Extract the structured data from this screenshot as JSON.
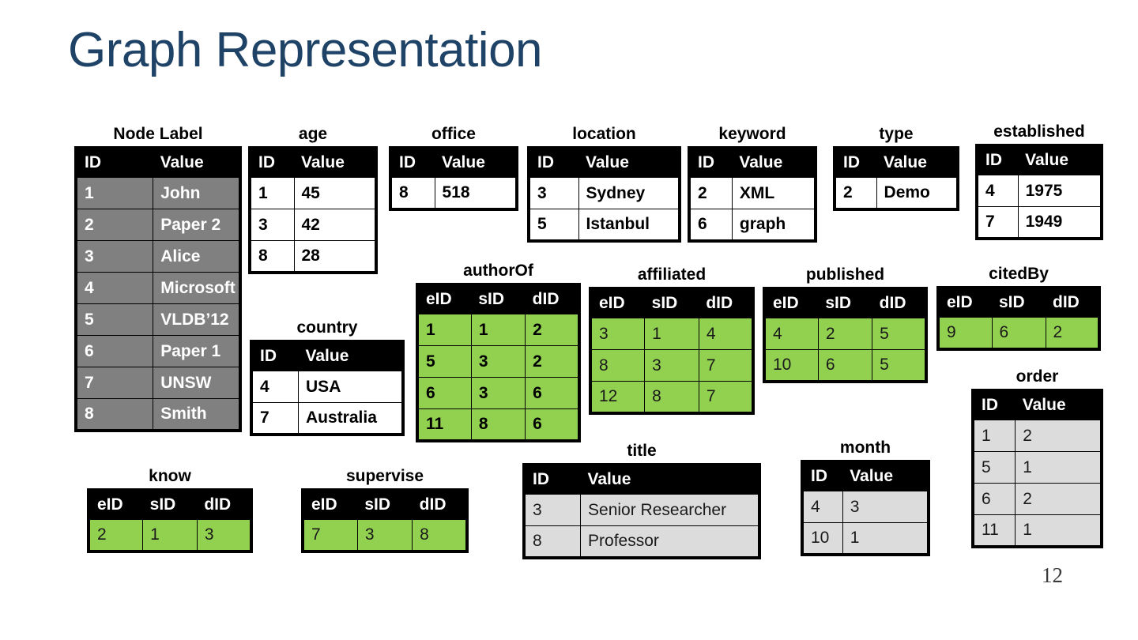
{
  "slide": {
    "title": "Graph Representation",
    "page_number": "12",
    "title_color": "#1F4367",
    "colors": {
      "header_bg": "#000000",
      "node_cell_bg": "#808080",
      "edge_cell_bg": "#92D050",
      "prop_cell_bg": "#DCDCDC",
      "plain_cell_bg": "#FFFFFF"
    }
  },
  "tables": {
    "node_label": {
      "caption": "Node Label",
      "columns": [
        "ID",
        "Value"
      ],
      "rows": [
        [
          "1",
          "John"
        ],
        [
          "2",
          "Paper 2"
        ],
        [
          "3",
          "Alice"
        ],
        [
          "4",
          "Microsoft"
        ],
        [
          "5",
          "VLDB’12"
        ],
        [
          "6",
          "Paper 1"
        ],
        [
          "7",
          "UNSW"
        ],
        [
          "8",
          "Smith"
        ]
      ]
    },
    "age": {
      "caption": "age",
      "columns": [
        "ID",
        "Value"
      ],
      "rows": [
        [
          "1",
          "45"
        ],
        [
          "3",
          "42"
        ],
        [
          "8",
          "28"
        ]
      ]
    },
    "office": {
      "caption": "office",
      "columns": [
        "ID",
        "Value"
      ],
      "rows": [
        [
          "8",
          "518"
        ]
      ]
    },
    "location": {
      "caption": "location",
      "columns": [
        "ID",
        "Value"
      ],
      "rows": [
        [
          "3",
          "Sydney"
        ],
        [
          "5",
          "Istanbul"
        ]
      ]
    },
    "keyword": {
      "caption": "keyword",
      "columns": [
        "ID",
        "Value"
      ],
      "rows": [
        [
          "2",
          "XML"
        ],
        [
          "6",
          "graph"
        ]
      ]
    },
    "type": {
      "caption": "type",
      "columns": [
        "ID",
        "Value"
      ],
      "rows": [
        [
          "2",
          "Demo"
        ]
      ]
    },
    "established": {
      "caption": "established",
      "columns": [
        "ID",
        "Value"
      ],
      "rows": [
        [
          "4",
          "1975"
        ],
        [
          "7",
          "1949"
        ]
      ]
    },
    "country": {
      "caption": "country",
      "columns": [
        "ID",
        "Value"
      ],
      "rows": [
        [
          "4",
          "USA"
        ],
        [
          "7",
          "Australia"
        ]
      ]
    },
    "author_of": {
      "caption": "authorOf",
      "columns": [
        "eID",
        "sID",
        "dID"
      ],
      "rows": [
        [
          "1",
          "1",
          "2"
        ],
        [
          "5",
          "3",
          "2"
        ],
        [
          "6",
          "3",
          "6"
        ],
        [
          "11",
          "8",
          "6"
        ]
      ]
    },
    "affiliated": {
      "caption": "affiliated",
      "columns": [
        "eID",
        "sID",
        "dID"
      ],
      "rows": [
        [
          "3",
          "1",
          "4"
        ],
        [
          "8",
          "3",
          "7"
        ],
        [
          "12",
          "8",
          "7"
        ]
      ]
    },
    "published": {
      "caption": "published",
      "columns": [
        "eID",
        "sID",
        "dID"
      ],
      "rows": [
        [
          "4",
          "2",
          "5"
        ],
        [
          "10",
          "6",
          "5"
        ]
      ]
    },
    "cited_by": {
      "caption": "citedBy",
      "columns": [
        "eID",
        "sID",
        "dID"
      ],
      "rows": [
        [
          "9",
          "6",
          "2"
        ]
      ]
    },
    "know": {
      "caption": "know",
      "columns": [
        "eID",
        "sID",
        "dID"
      ],
      "rows": [
        [
          "2",
          "1",
          "3"
        ]
      ]
    },
    "supervise": {
      "caption": "supervise",
      "columns": [
        "eID",
        "sID",
        "dID"
      ],
      "rows": [
        [
          "7",
          "3",
          "8"
        ]
      ]
    },
    "title": {
      "caption": "title",
      "columns": [
        "ID",
        "Value"
      ],
      "rows": [
        [
          "3",
          "Senior Researcher"
        ],
        [
          "8",
          "Professor"
        ]
      ]
    },
    "month": {
      "caption": "month",
      "columns": [
        "ID",
        "Value"
      ],
      "rows": [
        [
          "4",
          "3"
        ],
        [
          "10",
          "1"
        ]
      ]
    },
    "order": {
      "caption": "order",
      "columns": [
        "ID",
        "Value"
      ],
      "rows": [
        [
          "1",
          "2"
        ],
        [
          "5",
          "1"
        ],
        [
          "6",
          "2"
        ],
        [
          "11",
          "1"
        ]
      ]
    }
  }
}
